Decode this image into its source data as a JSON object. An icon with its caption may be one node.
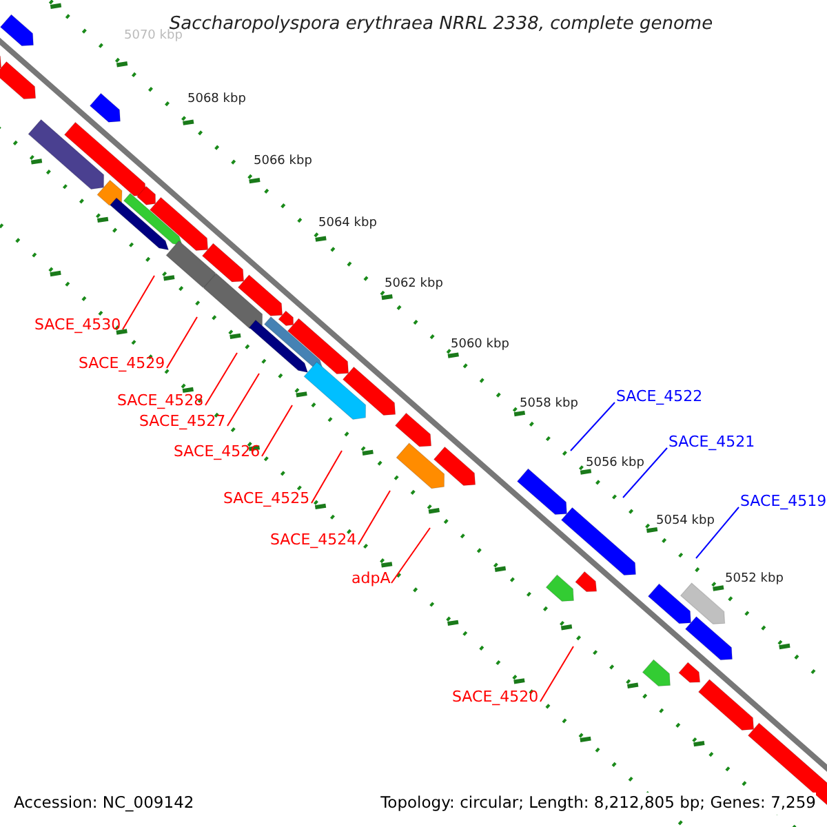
{
  "diagram": {
    "title": "Saccharopolyspora erythraea NRRL 2338, complete genome",
    "nodes": [
      {
        "text": [
          "SACE_4530"
        ]
      },
      {
        "text": [
          "SACE_4529"
        ]
      },
      {
        "text": [
          "SACE_4528"
        ]
      },
      {
        "text": [
          "SACE_4527"
        ]
      },
      {
        "text": [
          "SACE_4526"
        ]
      },
      {
        "text": [
          "SACE_4525"
        ]
      },
      {
        "text": [
          "SACE_4524"
        ]
      },
      {
        "text": [
          "adpA"
        ]
      },
      {
        "text": [
          "SACE_4522"
        ]
      },
      {
        "text": [
          "SACE_4521"
        ]
      },
      {
        "text": [
          "SACE_4519"
        ]
      },
      {
        "text": [
          "SACE_4520"
        ]
      }
    ],
    "edges": [
      {
        "from": 0,
        "to": null,
        "arrow": "none"
      },
      {
        "from": 1,
        "to": null,
        "arrow": "none"
      },
      {
        "from": 2,
        "to": null,
        "arrow": "none"
      },
      {
        "from": 3,
        "to": null,
        "arrow": "none"
      },
      {
        "from": 4,
        "to": null,
        "arrow": "none"
      },
      {
        "from": 5,
        "to": null,
        "arrow": "none"
      },
      {
        "from": 6,
        "to": null,
        "arrow": "none"
      },
      {
        "from": 7,
        "to": null,
        "arrow": "none"
      },
      {
        "from": 8,
        "to": null,
        "arrow": "none",
        "color": "#0000ff"
      },
      {
        "from": 9,
        "to": null,
        "arrow": "none",
        "color": "#0000ff"
      },
      {
        "from": 10,
        "to": null,
        "arrow": "none",
        "color": "#0000ff"
      },
      {
        "from": 11,
        "to": null,
        "arrow": "none"
      }
    ],
    "labels": [
      "5070 kbp",
      "5068 kbp",
      "5066 kbp",
      "5064 kbp",
      "5062 kbp",
      "5060 kbp",
      "5058 kbp",
      "5056 kbp",
      "5054 kbp",
      "5052 kbp",
      "Accession: NC_009142",
      "Topology: circular; Length: 8,212,805 bp; Genes: 7,259"
    ]
  }
}
